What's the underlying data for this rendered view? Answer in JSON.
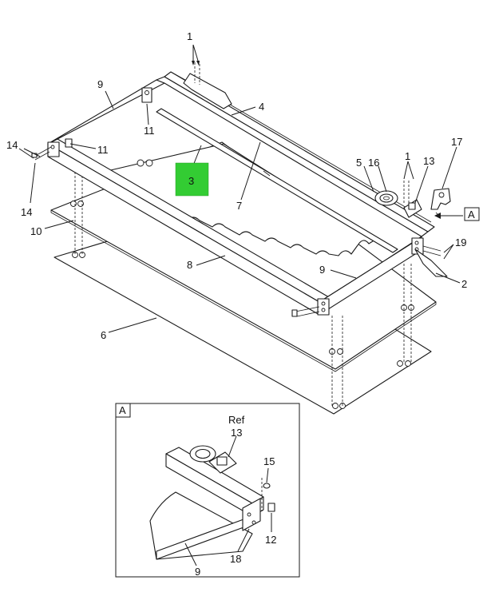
{
  "colors": {
    "highlight_box": "#33cc33",
    "line": "#1a1a1a",
    "background": "#ffffff"
  },
  "callouts": {
    "c1_top": "1",
    "c1_right": "1",
    "c2": "2",
    "c3": "3",
    "c4": "4",
    "c5": "5",
    "c6": "6",
    "c7": "7",
    "c8": "8",
    "c9_top": "9",
    "c9_right": "9",
    "c10": "10",
    "c11_a": "11",
    "c11_b": "11",
    "c13": "13",
    "c14_top": "14",
    "c14_bottom": "14",
    "c16": "16",
    "c17": "17",
    "c19": "19"
  },
  "view_a_marker": "A",
  "detail": {
    "label": "A",
    "ref": "Ref",
    "c13": "13",
    "c15": "15",
    "c12": "12",
    "c18": "18",
    "c9": "9"
  }
}
